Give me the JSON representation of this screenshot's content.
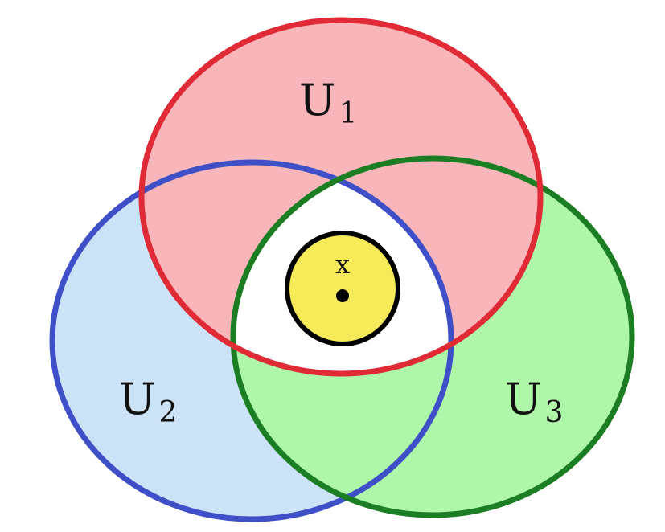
{
  "colors": {
    "u1_stroke": "#e02a35",
    "u1_fill": "#f8b6ba",
    "u2_stroke": "#3f4fc8",
    "u2_fill": "#cce2f7",
    "u3_stroke": "#1c7e22",
    "u3_fill": "#aef6a8",
    "intersection_fill": "#ffffff",
    "point_fill": "#f6ea58",
    "point_ring": "#000000"
  },
  "sets": [
    {
      "letter": "U",
      "subscript": "1"
    },
    {
      "letter": "U",
      "subscript": "2"
    },
    {
      "letter": "U",
      "subscript": "3"
    }
  ],
  "point": {
    "label": "x"
  }
}
